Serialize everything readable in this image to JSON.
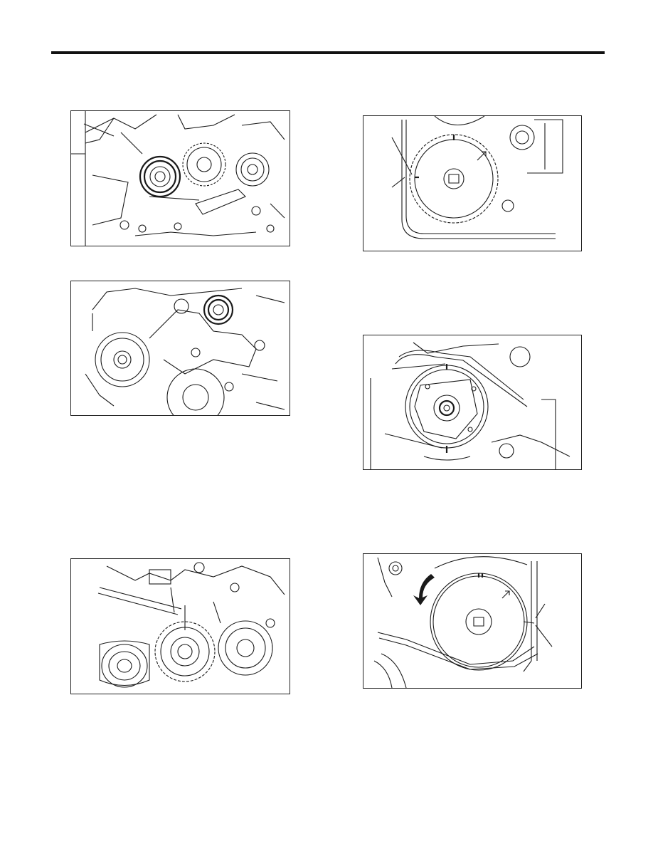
{
  "page": {
    "figures": [
      {
        "id": "fig-a",
        "name": "idler-pulley-engine-figure"
      },
      {
        "id": "fig-b",
        "name": "tensioner-pulley-figure"
      },
      {
        "id": "fig-c",
        "name": "crank-sprocket-mark-figure"
      },
      {
        "id": "fig-d",
        "name": "cam-sprocket-alignment-figure"
      },
      {
        "id": "fig-e",
        "name": "cam-sprocket-rear-figure"
      },
      {
        "id": "fig-f",
        "name": "cam-sprocket-rotation-figure"
      }
    ]
  }
}
